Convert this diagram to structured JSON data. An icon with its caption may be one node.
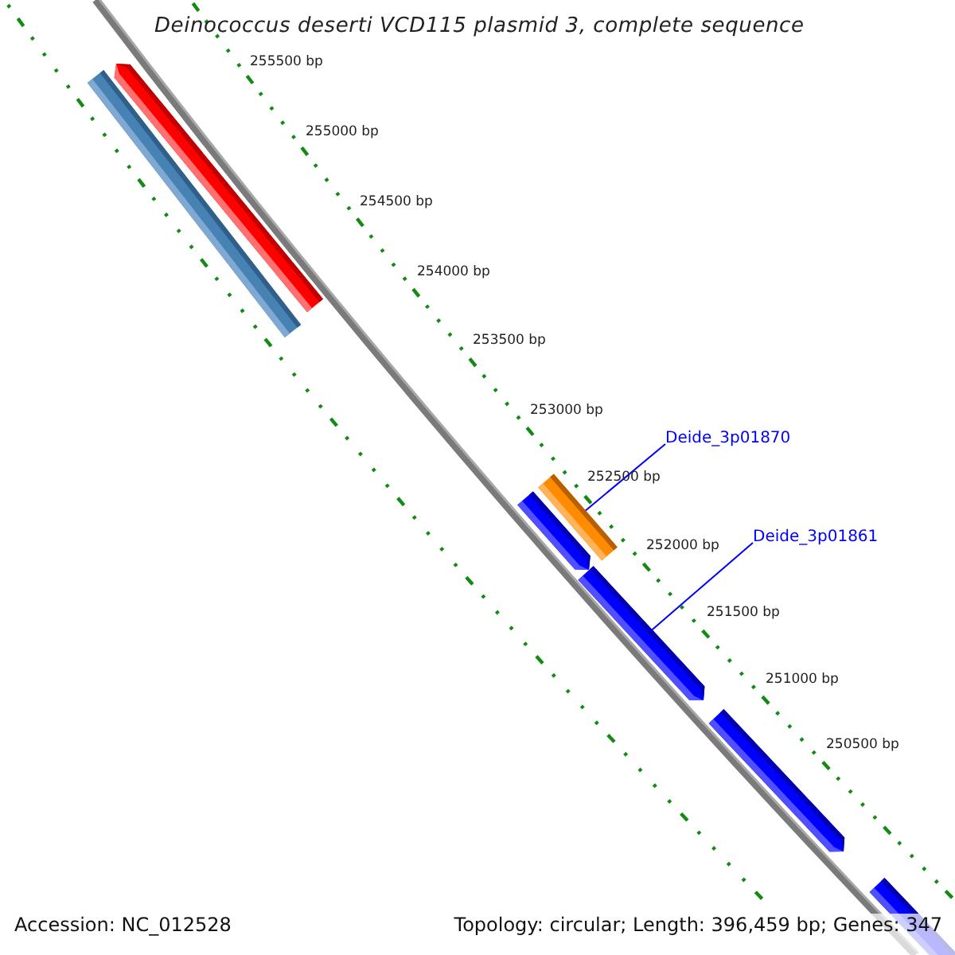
{
  "diagram": {
    "title": "Deinococcus deserti VCD115 plasmid 3, complete sequence",
    "nodes": [
      {
        "text": [],
        "shape": "bar"
      },
      {
        "text": [],
        "shape": "bar"
      },
      {
        "text": [
          "Deide_3p01870"
        ]
      },
      {
        "text": [],
        "shape": "bar"
      },
      {
        "text": [],
        "shape": "bar"
      },
      {
        "text": [
          "Deide_3p01861"
        ]
      },
      {
        "text": [],
        "shape": "bar"
      },
      {
        "text": [],
        "shape": "bar"
      },
      {
        "text": [],
        "shape": "bar"
      }
    ],
    "edges": [
      {
        "from": 2,
        "to": 3,
        "arrow": "none"
      },
      {
        "from": 5,
        "to": 6,
        "arrow": "none"
      }
    ],
    "labels": [
      "255500 bp",
      "255000 bp",
      "254500 bp",
      "254000 bp",
      "253500 bp",
      "253000 bp",
      "252500 bp",
      "252000 bp",
      "251500 bp",
      "251000 bp",
      "250500 bp",
      "Accession: NC_012528",
      "Topology: circular; Length: 396,459 bp; Genes: 347"
    ]
  }
}
